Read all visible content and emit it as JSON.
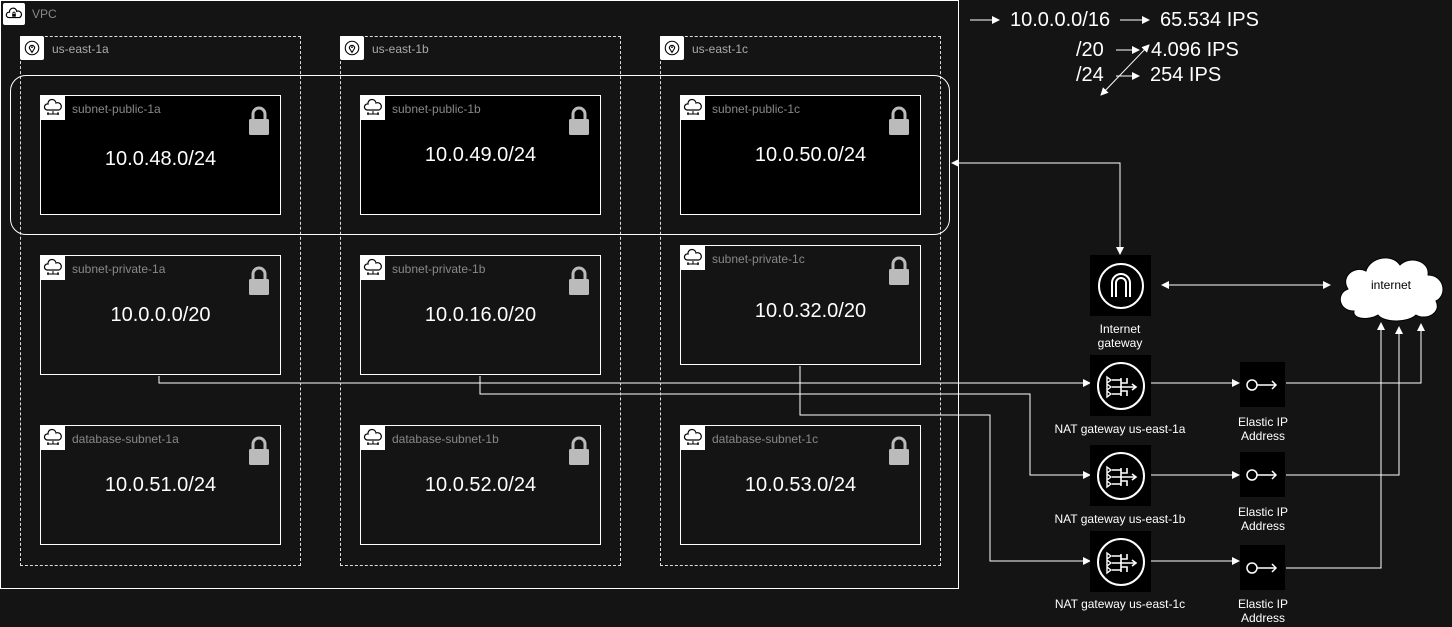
{
  "vpc": {
    "label": "VPC"
  },
  "zones": [
    {
      "label": "us-east-1a"
    },
    {
      "label": "us-east-1b"
    },
    {
      "label": "us-east-1c"
    }
  ],
  "subnets": {
    "public": [
      {
        "name": "subnet-public-1a",
        "cidr": "10.0.48.0/24"
      },
      {
        "name": "subnet-public-1b",
        "cidr": "10.0.49.0/24"
      },
      {
        "name": "subnet-public-1c",
        "cidr": "10.0.50.0/24"
      }
    ],
    "private": [
      {
        "name": "subnet-private-1a",
        "cidr": "10.0.0.0/20"
      },
      {
        "name": "subnet-private-1b",
        "cidr": "10.0.16.0/20"
      },
      {
        "name": "subnet-private-1c",
        "cidr": "10.0.32.0/20"
      }
    ],
    "database": [
      {
        "name": "database-subnet-1a",
        "cidr": "10.0.51.0/24"
      },
      {
        "name": "database-subnet-1b",
        "cidr": "10.0.52.0/24"
      },
      {
        "name": "database-subnet-1c",
        "cidr": "10.0.53.0/24"
      }
    ]
  },
  "internet_gateway": {
    "label_line1": "Internet",
    "label_line2": "gateway"
  },
  "internet": {
    "label": "internet"
  },
  "nat_gateways": [
    {
      "label": "NAT gateway us-east-1a"
    },
    {
      "label": "NAT gateway us-east-1b"
    },
    {
      "label": "NAT gateway us-east-1c"
    }
  ],
  "elastic_ips": [
    {
      "line1": "Elastic IP",
      "line2": "Address"
    },
    {
      "line1": "Elastic IP",
      "line2": "Address"
    },
    {
      "line1": "Elastic IP",
      "line2": "Address"
    }
  ],
  "legend": {
    "cidr": "10.0.0.0/16",
    "cidr_ips": "65.534 IPS",
    "prefix20": "/20",
    "prefix20_ips": "4.096 IPS",
    "prefix24": "/24",
    "prefix24_ips": "254 IPS"
  },
  "colors": {
    "background": "#141414",
    "line": "#ffffff",
    "muted_text": "#888888"
  },
  "icons": [
    "vpc-cloud-lock-icon",
    "location-pin-icon",
    "subnet-cloud-icon",
    "lock-icon",
    "internet-gateway-icon",
    "nat-gateway-icon",
    "elastic-ip-icon",
    "cloud-icon"
  ]
}
